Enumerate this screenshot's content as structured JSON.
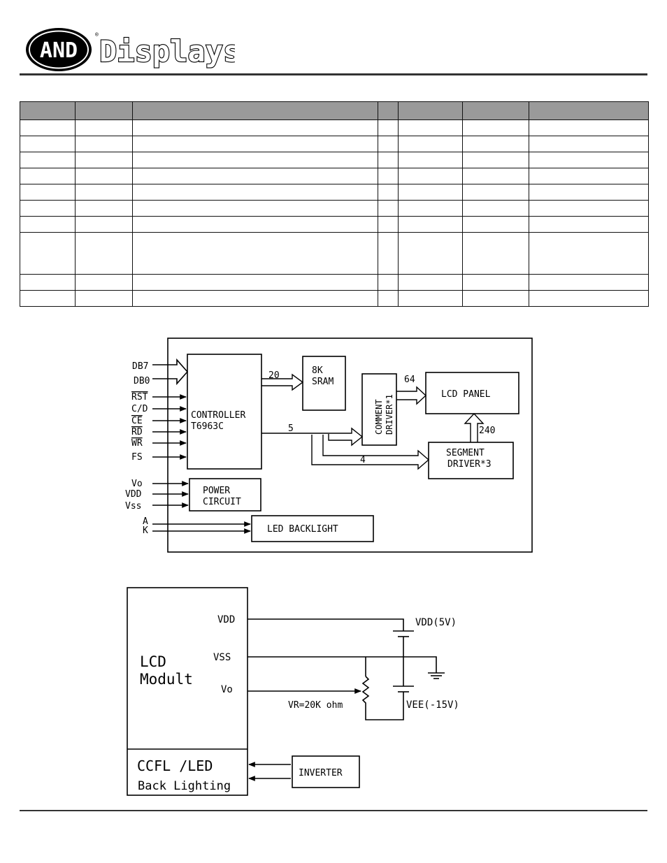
{
  "header": {
    "logo_text": "AND",
    "brand_text": "Displays"
  },
  "pin_table": {
    "column_count": 7,
    "row_count": 10,
    "tall_rows": [
      7
    ]
  },
  "block_diagram": {
    "inputs": {
      "db7": "DB7",
      "db0": "DB0",
      "rst": "RST",
      "cd": "C/D",
      "ce": "CE",
      "rd": "RD",
      "wr": "WR",
      "fs": "FS",
      "vo": "Vo",
      "vdd": "VDD",
      "vss": "Vss",
      "a": "A",
      "k": "K"
    },
    "controller_line1": "CONTROLLER",
    "controller_line2": "T6963C",
    "sram_line1": "8K",
    "sram_line2": "SRAM",
    "comment_line1": "COMMENT",
    "comment_line2": "DRIVER*1",
    "lcd_panel": "LCD PANEL",
    "segment_line1": "SEGMENT",
    "segment_line2": "DRIVER*3",
    "power_line1": "POWER",
    "power_line2": "CIRCUIT",
    "led_backlight": "LED BACKLIGHT",
    "bus_20": "20",
    "bus_64": "64",
    "bus_5": "5",
    "bus_4": "4",
    "bus_240": "240"
  },
  "power_diagram": {
    "module_line1": "LCD",
    "module_line2": "Modult",
    "pin_vdd": "VDD",
    "pin_vss": "VSS",
    "pin_vo": "Vo",
    "supply_vdd": "VDD(5V)",
    "supply_vee": "VEE(-15V)",
    "vr_label": "VR=20K ohm",
    "backlight_line1": "CCFL /LED",
    "backlight_line2": "Back Lighting",
    "inverter": "INVERTER"
  }
}
